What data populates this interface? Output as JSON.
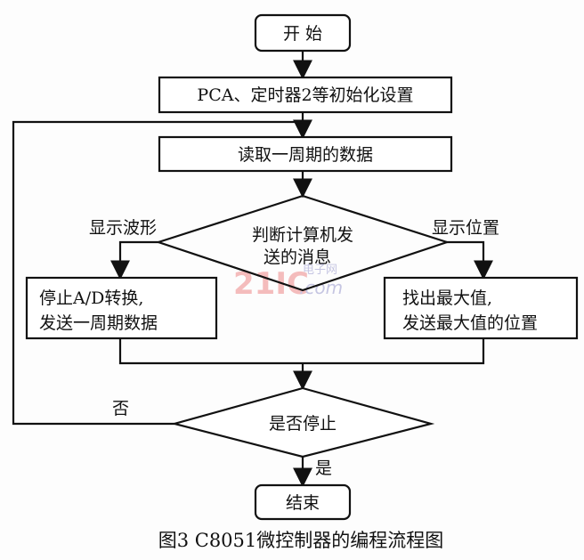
{
  "nodes": {
    "start": "开 始",
    "init": "PCA、定时器2等初始化设置",
    "read": "读取一周期的数据",
    "decide_line1": "判断计算机发",
    "decide_line2": "送的消息",
    "left_branch_label": "显示波形",
    "right_branch_label": "显示位置",
    "left_box_line1": "停止A/D转换,",
    "left_box_line2": "发送一周期数据",
    "right_box_line1": "找出最大值,",
    "right_box_line2": "发送最大值的位置",
    "stop_check": "是否停止",
    "no_label": "否",
    "yes_label": "是",
    "end": "结束"
  },
  "caption": "图3 C8051微控制器的编程流程图",
  "watermark": {
    "main": "21IC",
    "sub": "电子网",
    "domain": ".com"
  }
}
